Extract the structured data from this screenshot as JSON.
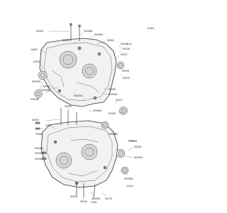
{
  "diagram": {
    "page_id": "E1601",
    "labels": [
      "92004",
      "92055B",
      "92055C",
      "92081",
      "92043",
      "14001",
      "92022",
      "92049",
      "92049A",
      "92045",
      "92049B",
      "92049F",
      "92026",
      "92027",
      "92005",
      "92033",
      "92055",
      "92055A",
      "92043A",
      "92045A",
      "92052",
      "92150",
      "132B",
      "92068",
      "92046A",
      "92046B",
      "92045B",
      "13165",
      "92046",
      "92046C",
      "92055D",
      "132A",
      "92170",
      "92049D"
    ]
  }
}
